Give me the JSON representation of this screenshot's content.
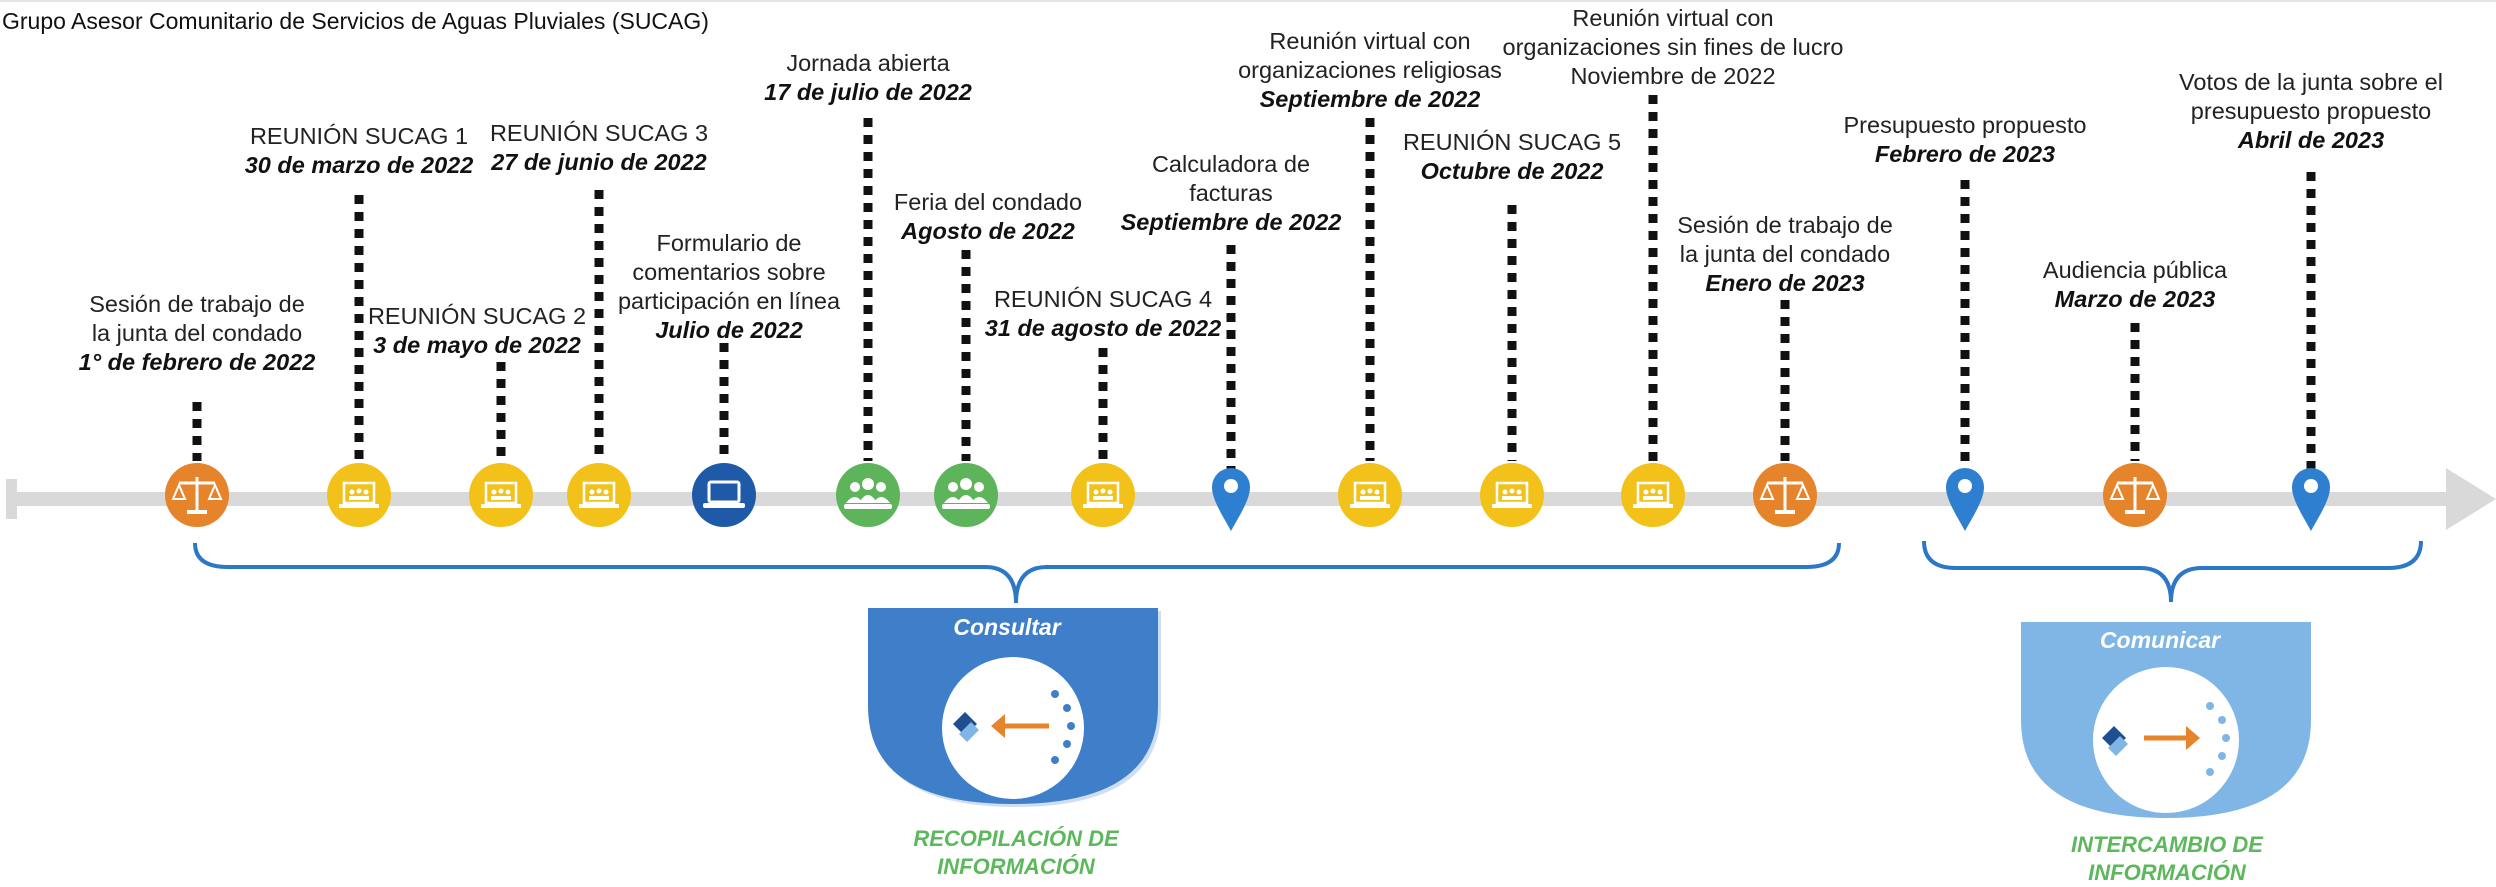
{
  "title": "Grupo Asesor Comunitario de Servicios de Aguas Pluviales (SUCAG)",
  "colors": {
    "orange": "#e5842a",
    "yellow": "#f2c21b",
    "blue": "#1e5aa8",
    "green": "#5db45b",
    "pin": "#2f7fd0",
    "axis": "#d9d9d9",
    "brace": "#2c77c6",
    "consult_badge": "#3f7fc9",
    "communicate_badge": "#7fb6e6",
    "caption": "#5cb85c"
  },
  "events": [
    {
      "id": "e1",
      "lines": [
        "Sesión de trabajo de",
        "la junta del condado"
      ],
      "date": "1° de febrero de 2022",
      "icon": "scales-icon",
      "color": "orange"
    },
    {
      "id": "e2",
      "lines": [
        "REUNIÓN SUCAG 1"
      ],
      "date": "30 de marzo de 2022",
      "icon": "laptop-meeting-icon",
      "color": "yellow"
    },
    {
      "id": "e3",
      "lines": [
        "REUNIÓN SUCAG 2"
      ],
      "date": "3 de mayo de 2022",
      "icon": "laptop-meeting-icon",
      "color": "yellow"
    },
    {
      "id": "e4",
      "lines": [
        "REUNIÓN SUCAG 3"
      ],
      "date": "27 de junio de 2022",
      "icon": "laptop-meeting-icon",
      "color": "yellow"
    },
    {
      "id": "e5",
      "lines": [
        "Formulario de",
        "comentarios sobre",
        "participación en línea"
      ],
      "date": "Julio de 2022",
      "icon": "laptop-icon",
      "color": "blue"
    },
    {
      "id": "e6",
      "lines": [
        "Jornada abierta"
      ],
      "date": "17 de julio de 2022",
      "icon": "people-icon",
      "color": "green"
    },
    {
      "id": "e7",
      "lines": [
        "Feria del condado"
      ],
      "date": "Agosto de 2022",
      "icon": "people-icon",
      "color": "green"
    },
    {
      "id": "e8",
      "lines": [
        "REUNIÓN SUCAG 4"
      ],
      "date": "31 de agosto de 2022",
      "icon": "laptop-meeting-icon",
      "color": "yellow"
    },
    {
      "id": "e9",
      "lines": [
        "Calculadora de",
        "facturas"
      ],
      "date": "Septiembre de 2022",
      "icon": "location-pin-icon",
      "color": "pin"
    },
    {
      "id": "e10",
      "lines": [
        "Reunión virtual con",
        "organizaciones religiosas"
      ],
      "date": "Septiembre de 2022",
      "icon": "laptop-meeting-icon",
      "color": "yellow"
    },
    {
      "id": "e11",
      "lines": [
        "REUNIÓN SUCAG 5"
      ],
      "date": "Octubre de 2022",
      "icon": "laptop-meeting-icon",
      "color": "yellow"
    },
    {
      "id": "e12",
      "lines": [
        "Reunión virtual con",
        "organizaciones sin fines de lucro",
        "Noviembre de 2022"
      ],
      "date": "",
      "icon": "laptop-meeting-icon",
      "color": "yellow"
    },
    {
      "id": "e13",
      "lines": [
        "Sesión de trabajo de",
        "la junta del condado"
      ],
      "date": "Enero de 2023",
      "icon": "scales-icon",
      "color": "orange"
    },
    {
      "id": "e14",
      "lines": [
        "Presupuesto propuesto"
      ],
      "date": "Febrero de 2023",
      "icon": "location-pin-icon",
      "color": "pin"
    },
    {
      "id": "e15",
      "lines": [
        "Audiencia pública"
      ],
      "date": "Marzo de 2023",
      "icon": "scales-icon",
      "color": "orange"
    },
    {
      "id": "e16",
      "lines": [
        "Votos de la junta sobre el",
        "presupuesto propuesto"
      ],
      "date": "Abril de 2023",
      "icon": "location-pin-icon",
      "color": "pin"
    }
  ],
  "phases": [
    {
      "id": "consult",
      "badge": "Consultar",
      "caption": [
        "RECOPILACIÓN DE",
        "INFORMACIÓN"
      ],
      "icon": "arrow-in-icon"
    },
    {
      "id": "communicate",
      "badge": "Comunicar",
      "caption": [
        "INTERCAMBIO DE",
        "INFORMACIÓN"
      ],
      "icon": "arrow-out-icon"
    }
  ]
}
